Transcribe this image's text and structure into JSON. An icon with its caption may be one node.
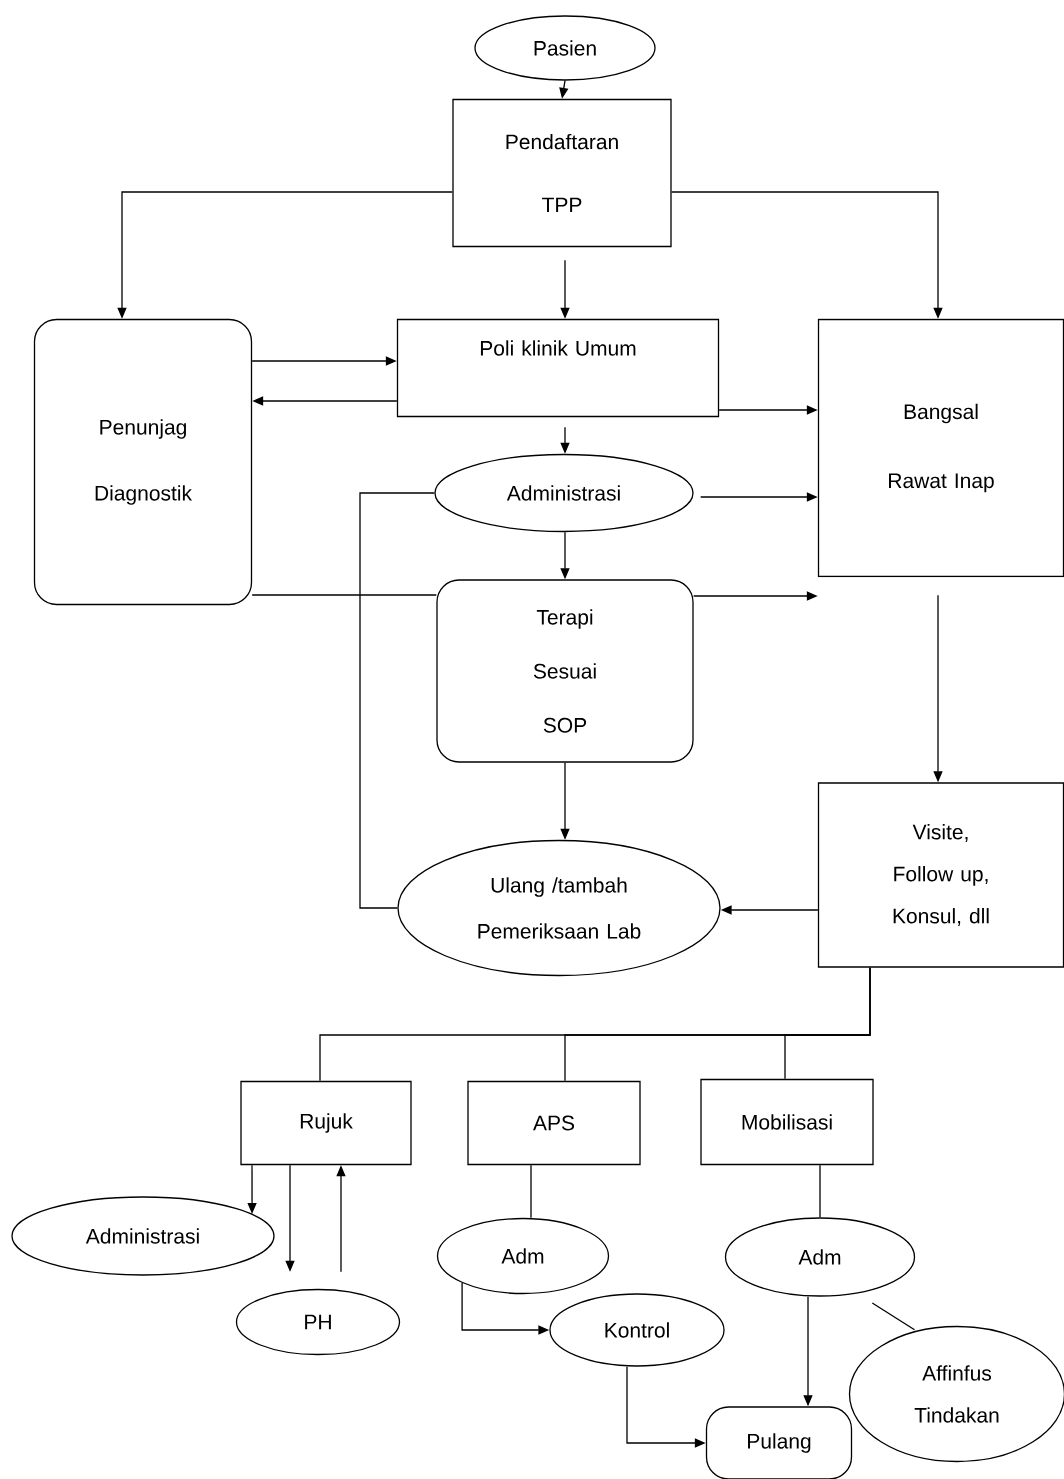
{
  "diagram": {
    "nodes": [
      {
        "text": [
          "Pasien"
        ]
      },
      {
        "text": [
          "Pendaftaran TPP"
        ]
      },
      {
        "text": [
          "Penunjag Diagnostik"
        ]
      },
      {
        "text": [
          "Poli klinik Umum"
        ]
      },
      {
        "text": [
          "Bangsal Rawat Inap"
        ]
      },
      {
        "text": [
          "Administrasi"
        ]
      },
      {
        "text": [
          "Terapi Sesuai SOP"
        ]
      },
      {
        "text": [
          "Ulang /tambah Pemeriksaan Lab"
        ]
      },
      {
        "text": [
          "Visite, Follow up, Konsul, dll"
        ]
      },
      {
        "text": [
          "Rujuk"
        ]
      },
      {
        "text": [
          "APS"
        ]
      },
      {
        "text": [
          "Mobilisasi"
        ]
      },
      {
        "text": [
          "Administrasi"
        ]
      },
      {
        "text": [
          "PH"
        ]
      },
      {
        "text": [
          "Adm"
        ]
      },
      {
        "text": [
          "Kontrol"
        ]
      },
      {
        "text": [
          "Adm"
        ]
      },
      {
        "text": [
          "Pulang"
        ]
      },
      {
        "text": [
          "Affinfus Tindakan"
        ]
      }
    ],
    "edges": [
      {
        "from": 0,
        "to": 1,
        "arrow": "to"
      },
      {
        "from": 1,
        "to": 2,
        "arrow": "to"
      },
      {
        "from": 1,
        "to": 3,
        "arrow": "to"
      },
      {
        "from": 1,
        "to": 4,
        "arrow": "to"
      },
      {
        "from": 2,
        "to": 3,
        "arrow": "to"
      },
      {
        "from": 3,
        "to": 2,
        "arrow": "to"
      },
      {
        "from": 3,
        "to": 4,
        "arrow": "to"
      },
      {
        "from": 3,
        "to": 5,
        "arrow": "to"
      },
      {
        "from": 5,
        "to": 4,
        "arrow": "to"
      },
      {
        "from": 5,
        "to": 6,
        "arrow": "to"
      },
      {
        "from": 2,
        "to": 6,
        "arrow": "none"
      },
      {
        "from": 6,
        "to": 4,
        "arrow": "to"
      },
      {
        "from": 5,
        "to": 7,
        "arrow": "none"
      },
      {
        "from": 6,
        "to": 7,
        "arrow": "to"
      },
      {
        "from": 4,
        "to": 8,
        "arrow": "to"
      },
      {
        "from": 8,
        "to": 7,
        "arrow": "to"
      },
      {
        "from": 8,
        "to": 9,
        "arrow": "none"
      },
      {
        "from": 8,
        "to": 10,
        "arrow": "none"
      },
      {
        "from": 8,
        "to": 11,
        "arrow": "none"
      },
      {
        "from": 9,
        "to": 12,
        "arrow": "to"
      },
      {
        "from": 9,
        "to": 13,
        "arrow": "to"
      },
      {
        "from": 13,
        "to": 9,
        "arrow": "to"
      },
      {
        "from": 10,
        "to": 14,
        "arrow": "none"
      },
      {
        "from": 14,
        "to": 15,
        "arrow": "to"
      },
      {
        "from": 11,
        "to": 16,
        "arrow": "none"
      },
      {
        "from": 16,
        "to": 17,
        "arrow": "to"
      },
      {
        "from": 15,
        "to": 17,
        "arrow": "to"
      },
      {
        "from": 16,
        "to": 18,
        "arrow": "none"
      }
    ]
  }
}
